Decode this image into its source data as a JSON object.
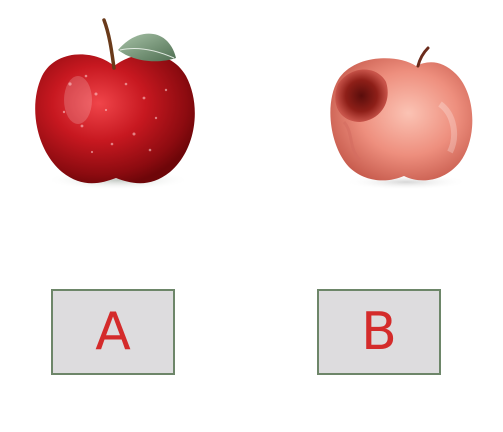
{
  "options": [
    {
      "id": "a",
      "label": "A",
      "image": "fresh-red-apple"
    },
    {
      "id": "b",
      "label": "B",
      "image": "rotten-apple"
    }
  ],
  "colors": {
    "label_red": "#d42b2b",
    "button_fill": "#dddcde",
    "button_border": "#6d8669",
    "fresh_apple_red": "#c4161c",
    "rotten_apple_pink": "#ec8b7a"
  }
}
